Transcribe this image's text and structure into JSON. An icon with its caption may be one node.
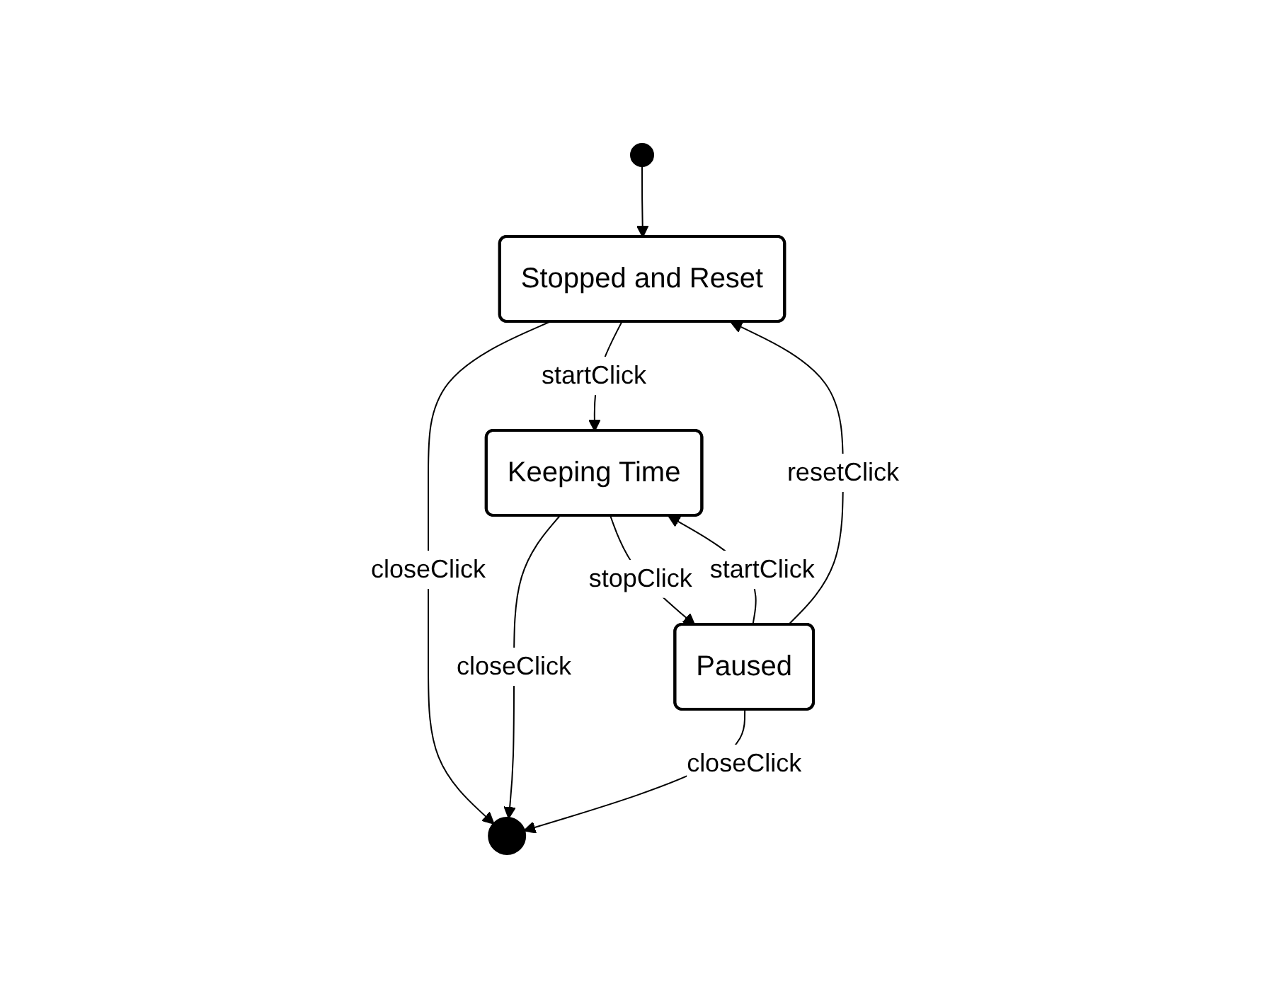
{
  "diagram": {
    "nodes": [
      {
        "text": [],
        "shape": "circle"
      },
      {
        "text": [
          "Stopped and Reset"
        ]
      },
      {
        "text": [
          "Keeping Time"
        ]
      },
      {
        "text": [
          "Paused"
        ]
      },
      {
        "text": [],
        "shape": "bullseye"
      }
    ],
    "edges": [
      {
        "from": 0,
        "to": 1,
        "arrow": "to"
      },
      {
        "from": 1,
        "to": 2,
        "arrow": "to",
        "label": "startClick"
      },
      {
        "from": 1,
        "to": 4,
        "arrow": "to",
        "label": "closeClick"
      },
      {
        "from": 2,
        "to": 4,
        "arrow": "to",
        "label": "closeClick"
      },
      {
        "from": 2,
        "to": 3,
        "arrow": "to",
        "label": "stopClick"
      },
      {
        "from": 3,
        "to": 2,
        "arrow": "to",
        "label": "startClick"
      },
      {
        "from": 3,
        "to": 1,
        "arrow": "to",
        "label": "resetClick"
      },
      {
        "from": 3,
        "to": 4,
        "arrow": "to",
        "label": "closeClick"
      }
    ]
  }
}
